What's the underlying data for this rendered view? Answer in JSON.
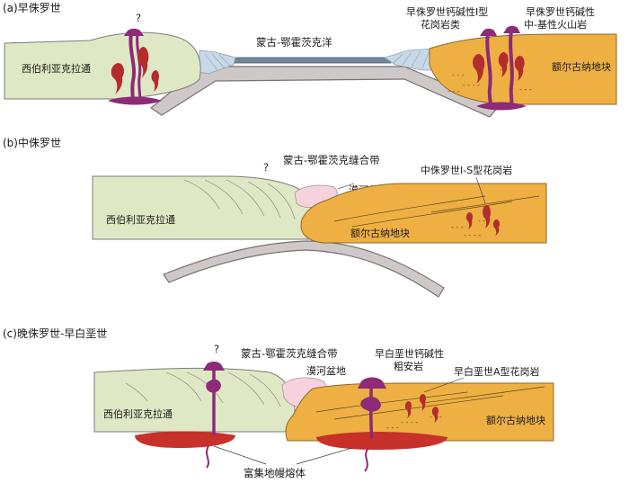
{
  "panels": {
    "a": {
      "title": "(a)早侏罗世",
      "question": "?",
      "craton": "西伯利亚克拉通",
      "ocean": "蒙古-鄂霍茨克洋",
      "granite_label_1": "早侏罗世钙碱性I型",
      "granite_label_2": "花岗岩类",
      "volcanic_label_1": "早侏罗世钙碱性",
      "volcanic_label_2": "中-基性火山岩",
      "block": "额尔古纳地块"
    },
    "b": {
      "title": "(b)中侏罗世",
      "question": "?",
      "suture": "蒙古-鄂霍茨克缝合带",
      "basin": "漠河盆地",
      "granite_label": "中侏罗世I-S型花岗岩",
      "craton": "西伯利亚克拉通",
      "block": "额尔古纳地块"
    },
    "c": {
      "title": "(c)晚侏罗世-早白垩世",
      "question": "?",
      "suture": "蒙古-鄂霍茨克缝合带",
      "trachyandesite_1": "早白垩世钙碱性",
      "trachyandesite_2": "粗安岩",
      "basin": "漠河盆地",
      "agranite_label": "早白垩世A型花岗岩",
      "craton": "西伯利亚克拉通",
      "block": "额尔古纳地块",
      "mantle_melt": "富集地幔熔体"
    }
  },
  "colors": {
    "craton_fill": "#dfe8c4",
    "block_fill": "#eeb043",
    "slab_fill": "#cfc8c8",
    "slab_stroke": "#7a7070",
    "wedge_fill": "#c9d8e6",
    "ocean_fill": "#6f8796",
    "basin_fill": "#f6d2dc",
    "magma_purple": "#8e2a78",
    "granite_red": "#b32d2d",
    "melt_red": "#c8302a"
  }
}
